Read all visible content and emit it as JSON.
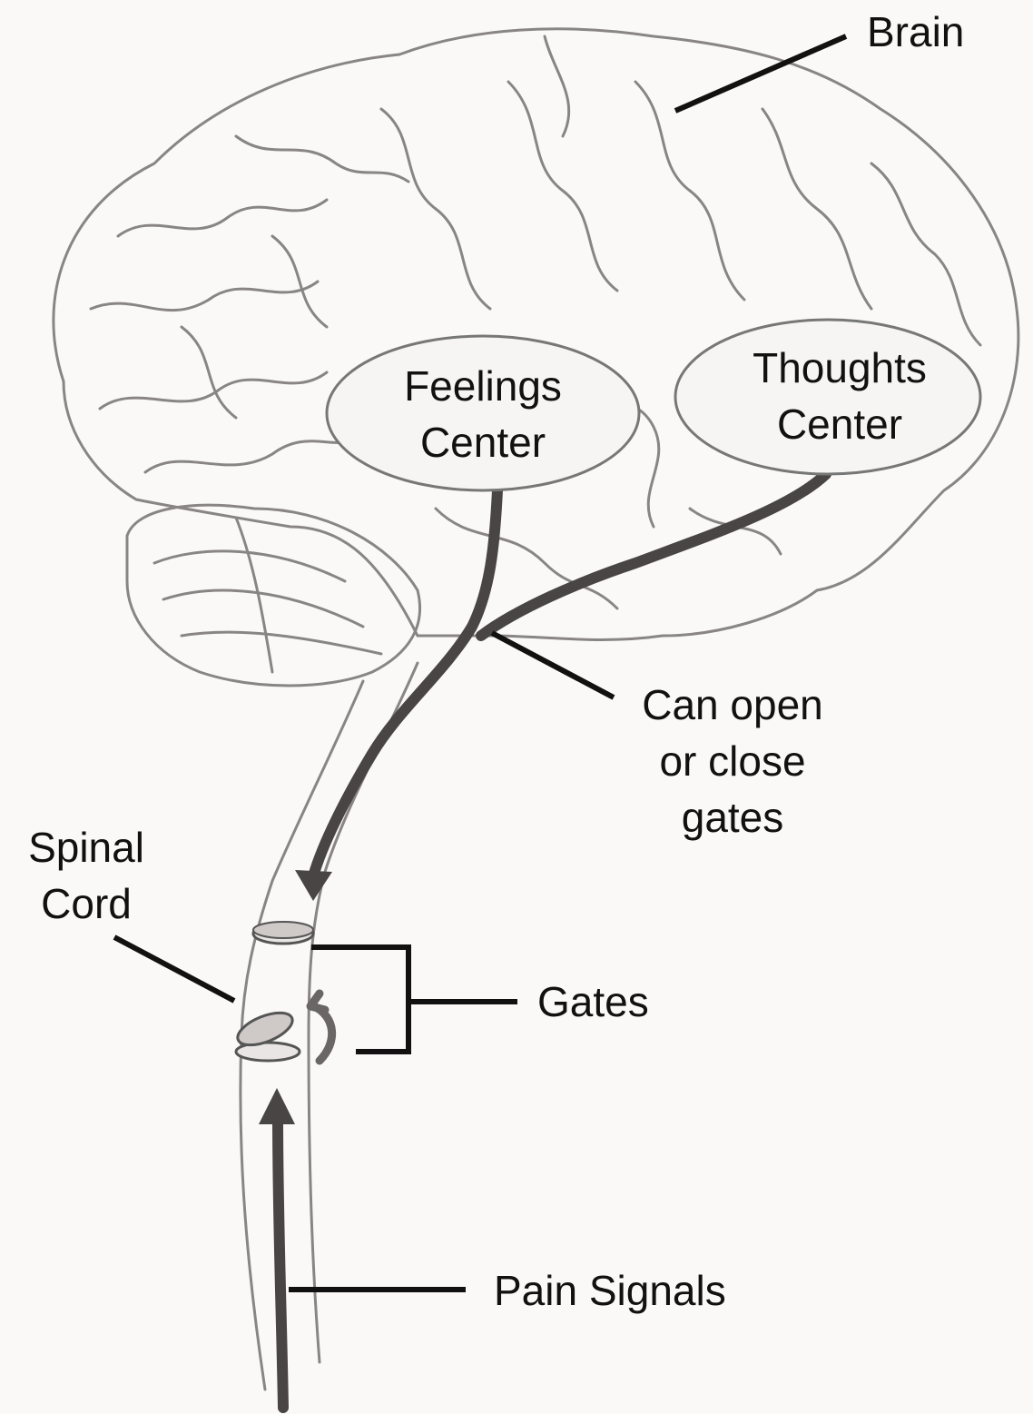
{
  "labels": {
    "brain": "Brain",
    "feelings_center": [
      "Feelings",
      "Center"
    ],
    "thoughts_center": [
      "Thoughts",
      "Center"
    ],
    "can_open_close": [
      "Can open",
      "or close",
      "gates"
    ],
    "spinal_cord": [
      "Spinal",
      "Cord"
    ],
    "gates": "Gates",
    "pain_signals": "Pain Signals"
  },
  "colors": {
    "background": "#fbf9f8",
    "sketch": "#8a8585",
    "pathway": "#4a4545",
    "leader": "#111111",
    "bubble_fill": "#f7f5f4"
  }
}
